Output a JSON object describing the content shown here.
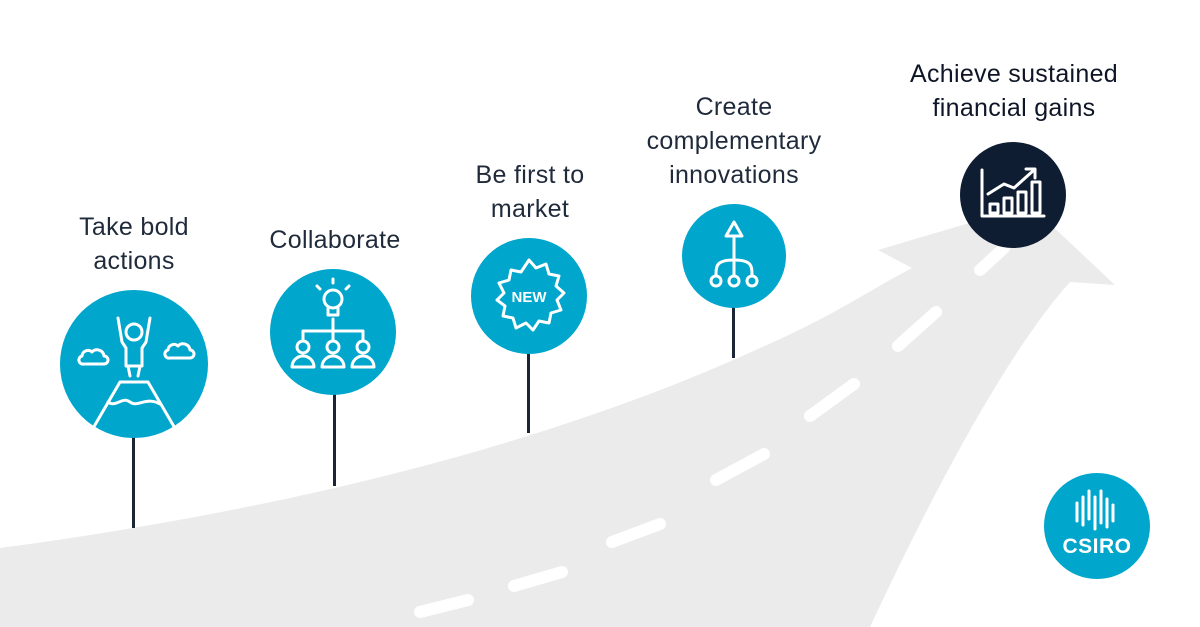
{
  "stages": [
    {
      "id": "bold",
      "lines": [
        "Take bold",
        "actions"
      ],
      "icon": "mountain-climber-icon"
    },
    {
      "id": "collab",
      "lines": [
        "Collaborate"
      ],
      "icon": "idea-team-icon"
    },
    {
      "id": "first",
      "lines": [
        "Be first to",
        "market"
      ],
      "icon": "new-badge-icon",
      "badge_text": "NEW"
    },
    {
      "id": "complement",
      "lines": [
        "Create",
        "complementary",
        "innovations"
      ],
      "icon": "branching-arrow-icon"
    },
    {
      "id": "gains",
      "lines": [
        "Achieve sustained",
        "financial gains"
      ],
      "icon": "growth-chart-icon"
    }
  ],
  "logo": {
    "text": "CSIRO",
    "icon": "csiro-waves-icon"
  },
  "colors": {
    "accent": "#00a6cb",
    "dark": "#0f1d33",
    "road": "#ebebeb"
  }
}
